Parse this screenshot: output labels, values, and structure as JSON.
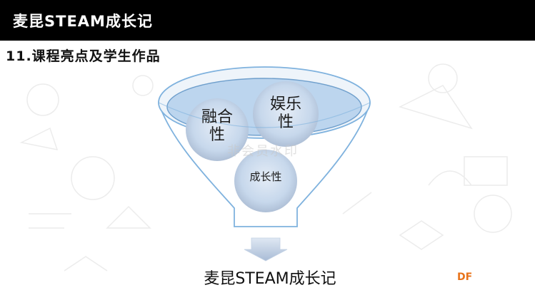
{
  "header": {
    "title": "麦昆STEAM成长记"
  },
  "section": {
    "title": "11.课程亮点及学生作品"
  },
  "diagram": {
    "circles": [
      {
        "label_line1": "融合",
        "label_line2": "性"
      },
      {
        "label_line1": "娱乐",
        "label_line2": "性"
      },
      {
        "label": "成长性"
      }
    ],
    "output_label": "麦昆STEAM成长记"
  },
  "watermark": {
    "text": "非会员水印"
  },
  "logo": {
    "text": "DF"
  },
  "colors": {
    "header_bg": "#000000",
    "funnel_stroke": "#7fb2de",
    "funnel_rim": "#bcd5ee",
    "circle_fill": "#c4d6ea",
    "arrow": "#b0c4de",
    "logo": "#e8731a"
  }
}
